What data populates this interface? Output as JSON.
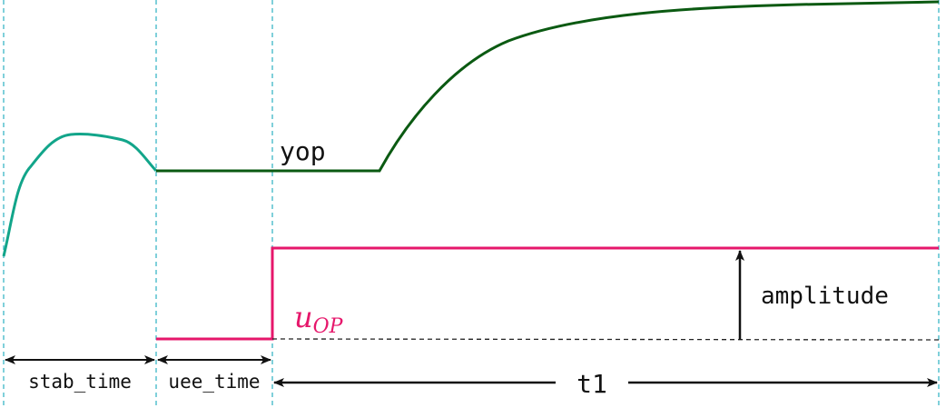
{
  "labels": {
    "output_signal": "yop",
    "input_signal_base": "u",
    "input_signal_sub": "OP",
    "amplitude": "amplitude",
    "stab_time": "stab_time",
    "uee_time": "uee_time",
    "t1": "t1"
  },
  "colors": {
    "stab_curve": "#12a58a",
    "output_curve": "#0b5a12",
    "input_curve": "#e6176b",
    "divider": "#3bb6c6",
    "baseline": "#222222",
    "arrow": "#111111",
    "text": "#111111"
  },
  "icons": {
    "arrow_head": "arrow-head-icon"
  }
}
